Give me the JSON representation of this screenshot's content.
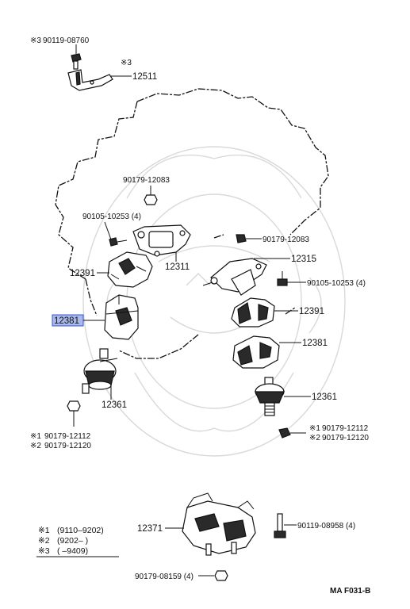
{
  "parts": {
    "bolt_top": {
      "mark": "※3",
      "number": "90119-08760"
    },
    "bracket_top": {
      "mark": "※3",
      "number": "12511"
    },
    "nut_mid_left": {
      "number": "90179-12083"
    },
    "bolt_mid_left": {
      "number": "90105-10253 (4)"
    },
    "bracket_center": {
      "number": "12311"
    },
    "insulator_left_upper": {
      "number": "12391"
    },
    "nut_mid_right": {
      "number": "90179-12083"
    },
    "bracket_right": {
      "number": "12315"
    },
    "bolt_right": {
      "number": "90105-10253 (4)"
    },
    "insulator_right_upper": {
      "number": "12391"
    },
    "bracket_left_highlight": {
      "number": "12381"
    },
    "bracket_right_lower": {
      "number": "12381"
    },
    "mount_left": {
      "number": "12361"
    },
    "mount_right": {
      "number": "12361"
    },
    "nut_left_1": {
      "mark": "※1",
      "number": "90179-12112"
    },
    "nut_left_2": {
      "mark": "※2",
      "number": "90179-12120"
    },
    "nut_right_1": {
      "mark": "※1",
      "number": "90179-12112"
    },
    "nut_right_2": {
      "mark": "※2",
      "number": "90179-12120"
    },
    "mount_rear": {
      "number": "12371"
    },
    "bolt_rear": {
      "number": "90119-08958 (4)"
    },
    "nut_rear": {
      "number": "90179-08159 (4)"
    }
  },
  "footnotes": [
    {
      "mark": "※1",
      "range": "(9110–9202)"
    },
    {
      "mark": "※2",
      "range": "(9202–      )"
    },
    {
      "mark": "※3",
      "range": "(      –9409)"
    }
  ],
  "diagram_code": "MA F031-B",
  "colors": {
    "highlight": "#a9b9ee",
    "highlight_border": "#3b55c9",
    "ink": "#111111"
  }
}
